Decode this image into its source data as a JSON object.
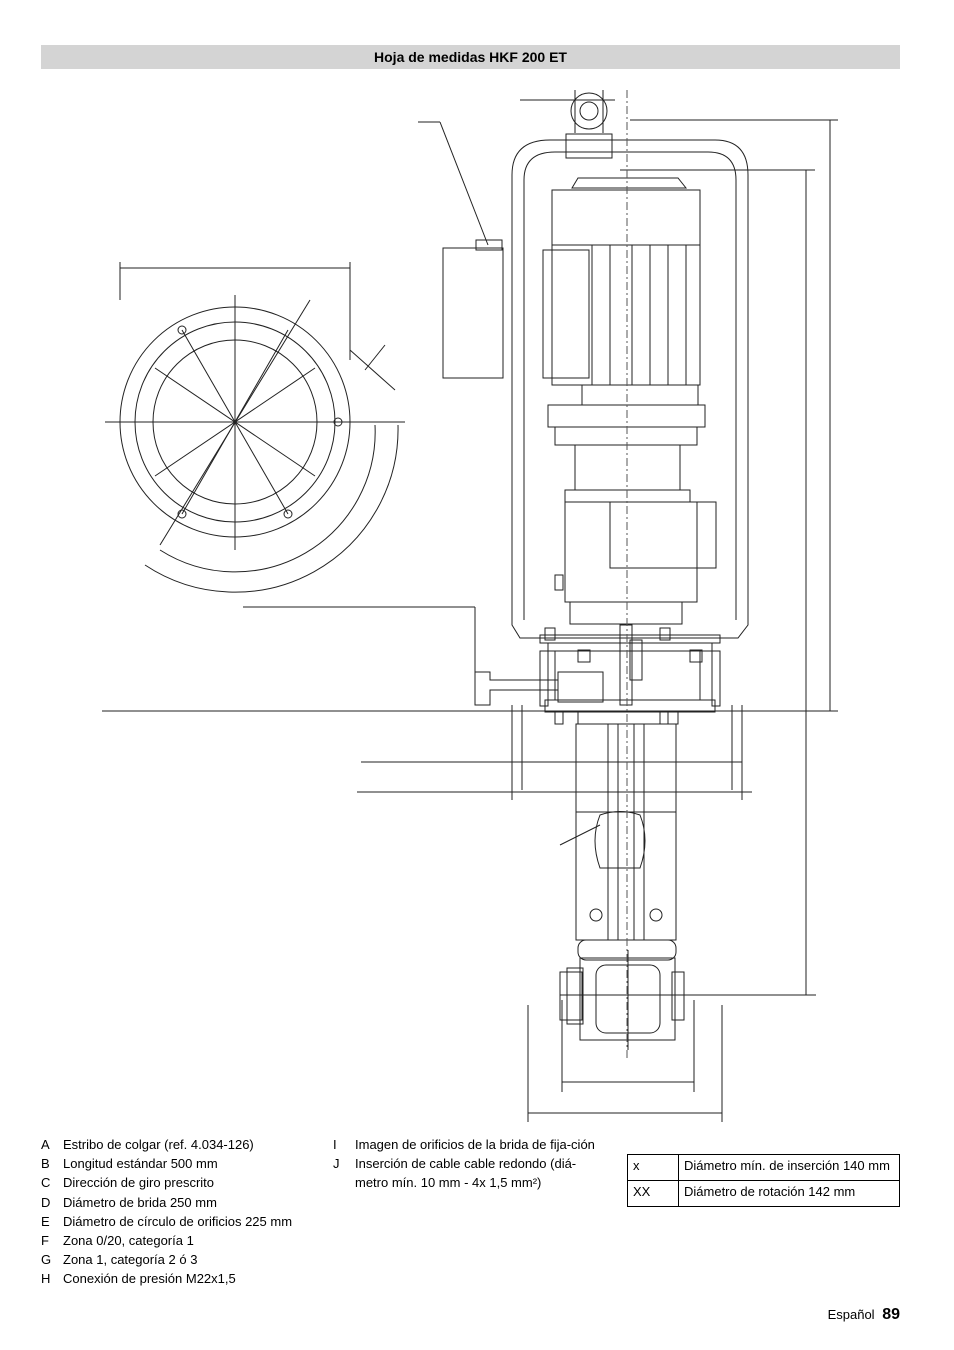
{
  "header": {
    "title": "Hoja de medidas HKF 200 ET"
  },
  "legend_left": [
    {
      "key": "A",
      "text": "Estribo de colgar (ref. 4.034-126)"
    },
    {
      "key": "B",
      "text": "Longitud estándar 500 mm"
    },
    {
      "key": "C",
      "text": "Dirección de giro prescrito"
    },
    {
      "key": "D",
      "text": "Diámetro de brida 250 mm"
    },
    {
      "key": "E",
      "text": "Diámetro de círculo de orificios 225 mm"
    },
    {
      "key": "F",
      "text": "Zona 0/20, categoría 1"
    },
    {
      "key": "G",
      "text": "Zona 1, categoría 2 ó 3"
    },
    {
      "key": "H",
      "text": "Conexión de presión M22x1,5"
    }
  ],
  "legend_right": [
    {
      "key": "I",
      "text": "Imagen de orificios de la brida de fija-ción"
    },
    {
      "key": "J",
      "text": "Inserción de cable cable redondo (diá-metro mín. 10 mm - 4x 1,5 mm²)"
    }
  ],
  "table": [
    {
      "key": "x",
      "text": "Diámetro mín. de inserción 140 mm"
    },
    {
      "key": "XX",
      "text": "Diámetro de rotación 142 mm"
    }
  ],
  "footer": {
    "language": "Español",
    "page": "89"
  }
}
